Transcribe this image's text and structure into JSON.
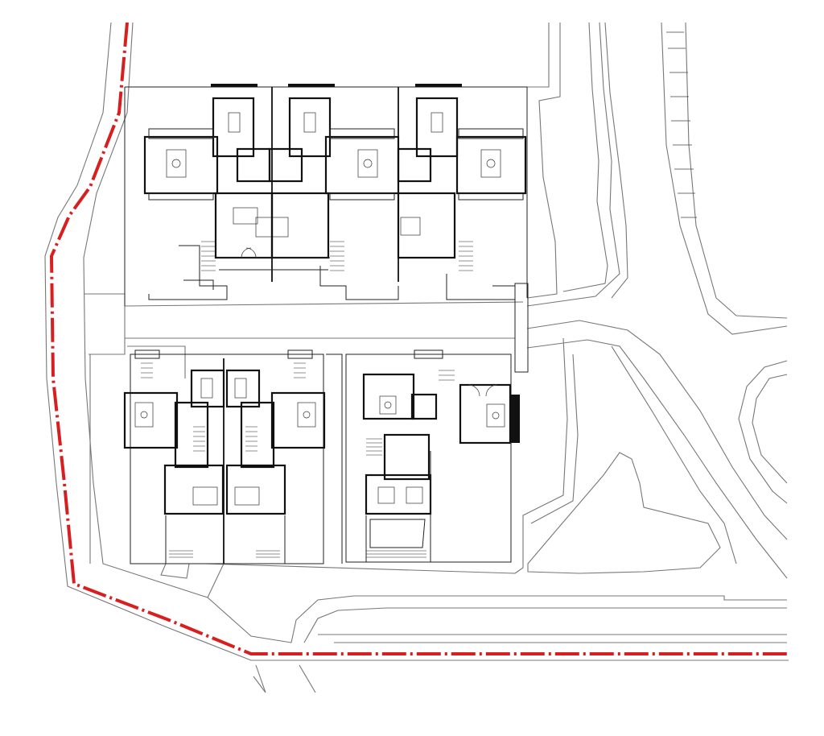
{
  "drawing": {
    "type": "site-plan",
    "text_labels": [],
    "colors": {
      "property_boundary": "#d81f1f",
      "linework": "#222222",
      "road_lines": "#777777",
      "background": "#ffffff"
    },
    "elements": [
      {
        "name": "property-boundary",
        "style": "red dash-dot line"
      },
      {
        "name": "villa-cluster-north",
        "units": 3
      },
      {
        "name": "villa-pair-southwest",
        "units": 2
      },
      {
        "name": "villa-single-southeast",
        "units": 1
      },
      {
        "name": "access-road-network"
      },
      {
        "name": "pond-outline"
      }
    ]
  }
}
